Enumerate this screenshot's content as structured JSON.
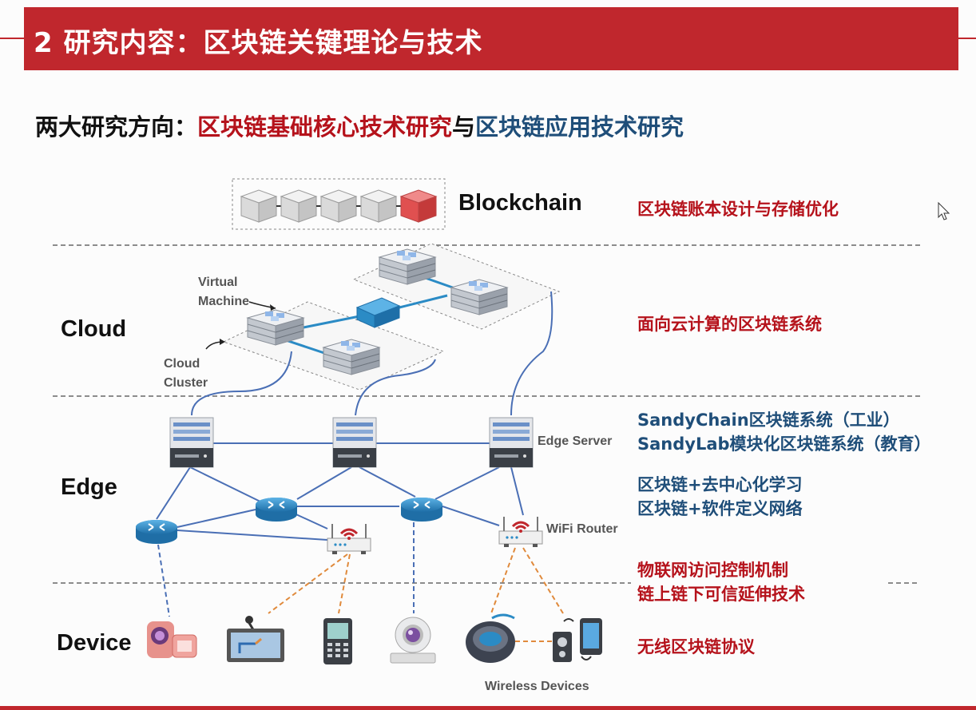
{
  "header": {
    "title": "2 研究内容：区块链关键理论与技术"
  },
  "subtitle": {
    "prefix": "两大研究方向：",
    "part1": "区块链基础核心技术研究",
    "connector": "与",
    "part2": "区块链应用技术研究"
  },
  "layers": {
    "cloud": "Cloud",
    "edge": "Edge",
    "device": "Device"
  },
  "diagram": {
    "blockchain_label": "Blockchain",
    "virtual_machine": [
      "Virtual",
      "Machine"
    ],
    "cloud_cluster": [
      "Cloud",
      "Cluster"
    ],
    "edge_server": "Edge Server",
    "wifi_router": "WiFi Router",
    "wireless_devices": "Wireless Devices"
  },
  "right_texts": {
    "blockchain": "区块链账本设计与存储优化",
    "cloud": "面向云计算的区块链系统",
    "edge_1": "SandyChain区块链系统（工业）",
    "edge_2": "SandyLab模块化区块链系统（教育）",
    "edge_3": "区块链+去中心化学习",
    "edge_4": "区块链+软件定义网络",
    "iot_1": "物联网访问控制机制",
    "iot_2": "链上链下可信延伸技术",
    "device": "无线区块链协议"
  },
  "colors": {
    "brand_red": "#c0272d",
    "text_red": "#b5121b",
    "text_blue": "#1f4e79",
    "router_blue": "#2b8bc5",
    "link_blue": "#4a6fb5",
    "wireless_orange": "#e08a3c"
  }
}
